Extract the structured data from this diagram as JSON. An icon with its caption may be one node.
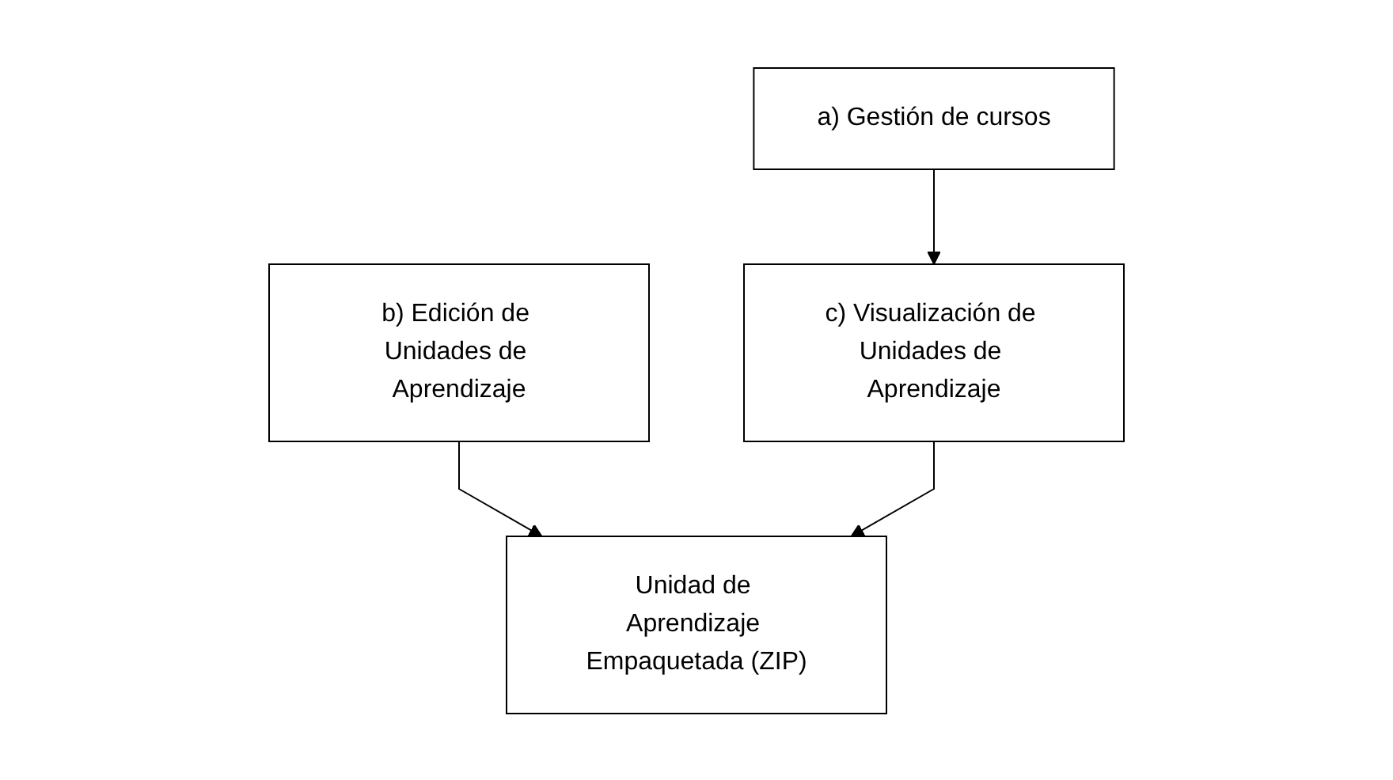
{
  "diagram": {
    "nodes": [
      {
        "text": [
          "a) Gestión de cursos"
        ]
      },
      {
        "text": [
          "b) Edición de Unidades de Aprendizaje"
        ]
      },
      {
        "text": [
          "Unidad de Aprendizaje Empaquetada (ZIP)"
        ]
      },
      {
        "text": [
          "c) Visualización de Unidades de Aprendizaje"
        ]
      }
    ],
    "edges": [
      {
        "from": 0,
        "to": 3,
        "arrow": "to"
      },
      {
        "from": 1,
        "to": 2,
        "arrow": "to"
      },
      {
        "from": 3,
        "to": 2,
        "arrow": "to"
      }
    ]
  }
}
